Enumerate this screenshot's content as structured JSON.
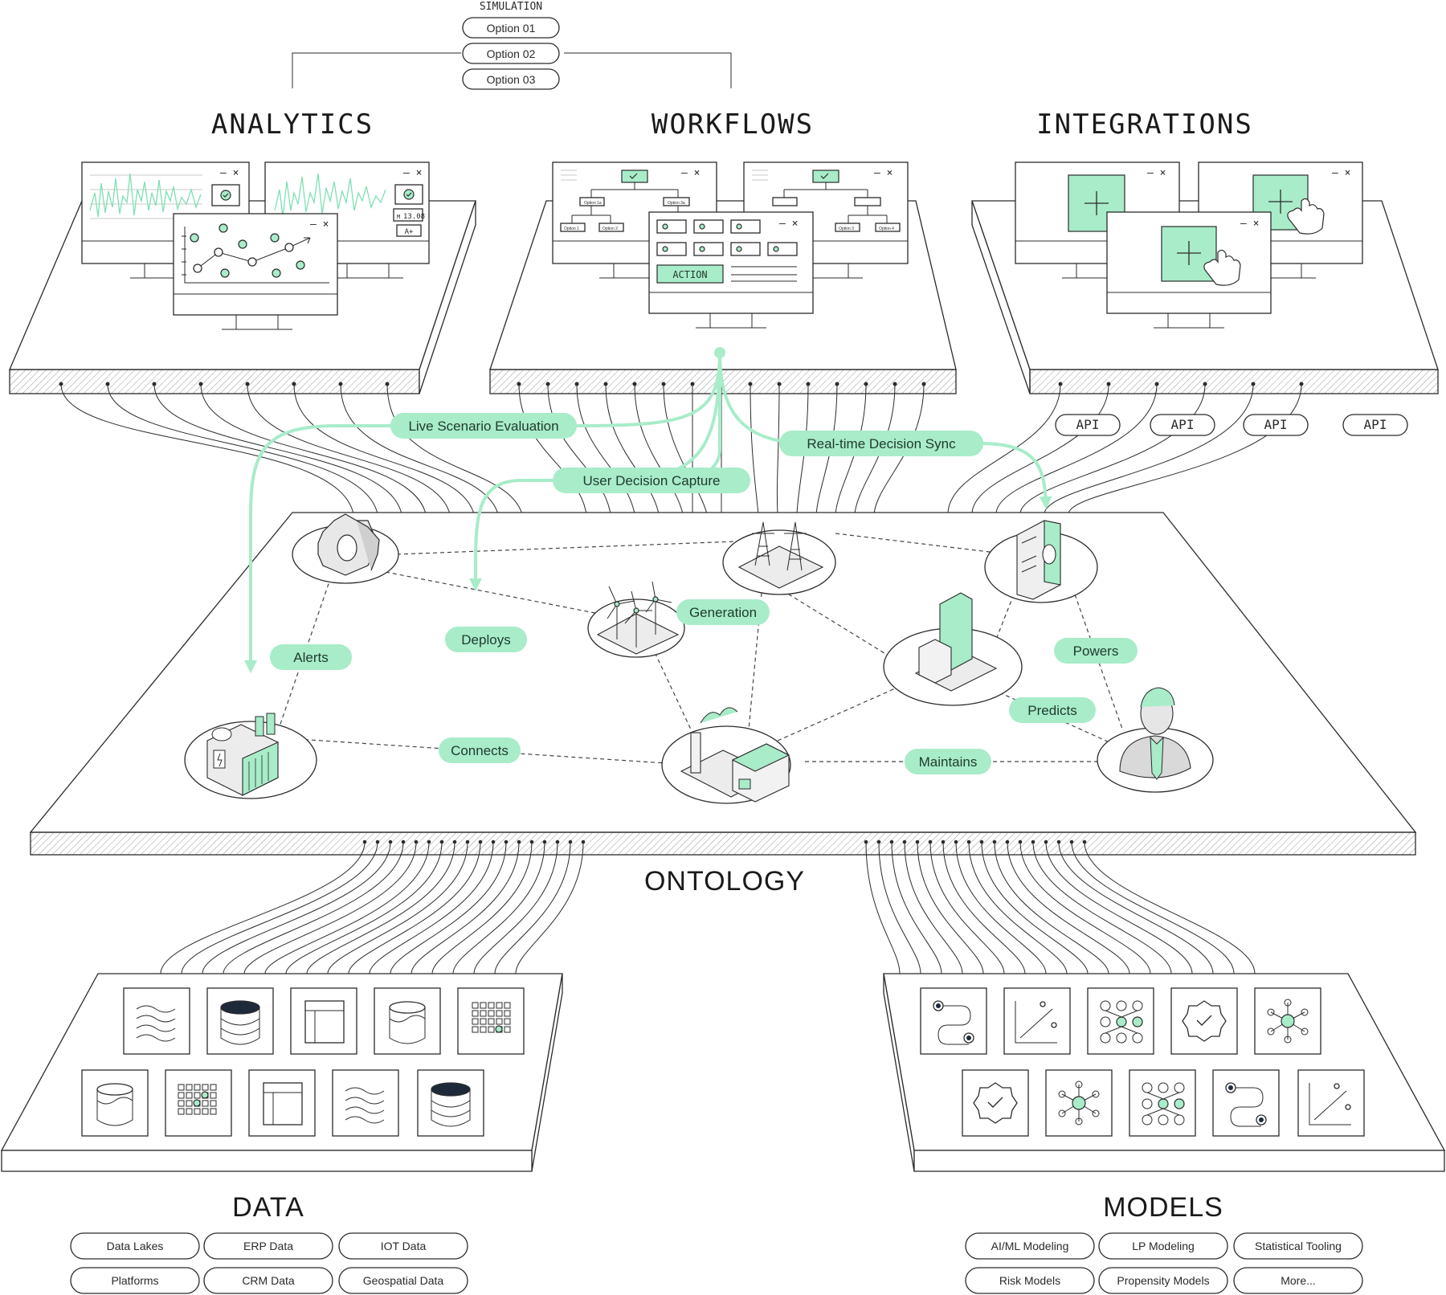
{
  "simulation": {
    "label": "SIMULATION",
    "options": [
      "Option 01",
      "Option 02",
      "Option 03"
    ]
  },
  "sections": {
    "analytics": "ANALYTICS",
    "workflows": "WORKFLOWS",
    "integrations": "INTEGRATIONS",
    "ontology": "ONTOLOGY",
    "data": "DATA",
    "models": "MODELS"
  },
  "analytics_screens": {
    "value_readout": "13.08",
    "value_prefix": "M",
    "button_label": "A+"
  },
  "workflow_screens": {
    "action_label": "ACTION",
    "tree_labels": [
      "Option 1a",
      "Option 3a",
      "Option 1",
      "Option 2",
      "Option 3",
      "Option 4"
    ]
  },
  "api_labels": [
    "API",
    "API",
    "API",
    "API"
  ],
  "flows": [
    "Live Scenario Evaluation",
    "User Decision Capture",
    "Real-time Decision Sync"
  ],
  "relations": [
    "Generation",
    "Deploys",
    "Alerts",
    "Connects",
    "Maintains",
    "Powers",
    "Predicts"
  ],
  "data_sources": [
    "Data Lakes",
    "ERP Data",
    "IOT Data",
    "Platforms",
    "CRM Data",
    "Geospatial Data"
  ],
  "models": [
    "AI/ML Modeling",
    "LP Modeling",
    "Statistical Tooling",
    "Risk Models",
    "Propensity Models",
    "More..."
  ],
  "icons": {
    "accent_color": "#a8ecc9",
    "line_color": "#2b2b2b",
    "data_tiles_row1": [
      "waves-icon",
      "database-icon",
      "table-icon",
      "cylinder-icon",
      "grid-icon"
    ],
    "data_tiles_row2": [
      "cylinder-icon",
      "grid-icon",
      "table-icon",
      "waves-icon",
      "database-icon"
    ],
    "model_tiles_row1": [
      "flow-icon",
      "scatter-icon",
      "network-icon",
      "gear-check-icon",
      "hub-icon"
    ],
    "model_tiles_row2": [
      "gear-check-icon",
      "hub-icon",
      "network-icon",
      "flow-icon",
      "scatter-icon"
    ]
  }
}
